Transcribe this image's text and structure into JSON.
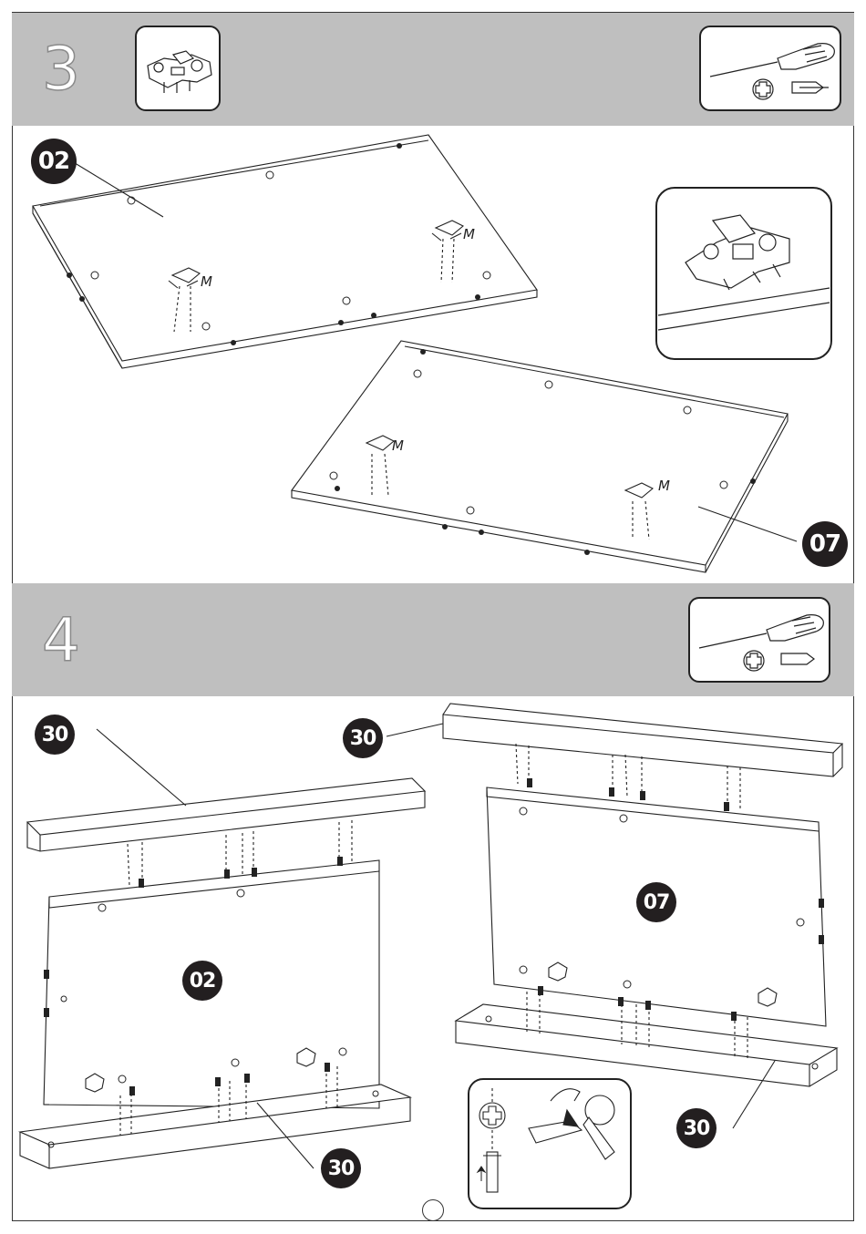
{
  "steps": [
    {
      "number": "3",
      "tools": [
        "screwdriver-icon",
        "phillips-head-icon",
        "flat-head-icon"
      ],
      "part_icon": "mounting-plate-icon",
      "labels": {
        "panel_a": "02",
        "panel_b": "07",
        "hardware": "M"
      }
    },
    {
      "number": "4",
      "tools": [
        "screwdriver-icon",
        "phillips-head-icon",
        "flat-head-icon"
      ],
      "labels": {
        "panel_a": "02",
        "panel_b": "07",
        "rail": "30"
      }
    }
  ],
  "colors": {
    "band": "#bfbfbf",
    "badge": "#231f20",
    "line": "#222222"
  }
}
